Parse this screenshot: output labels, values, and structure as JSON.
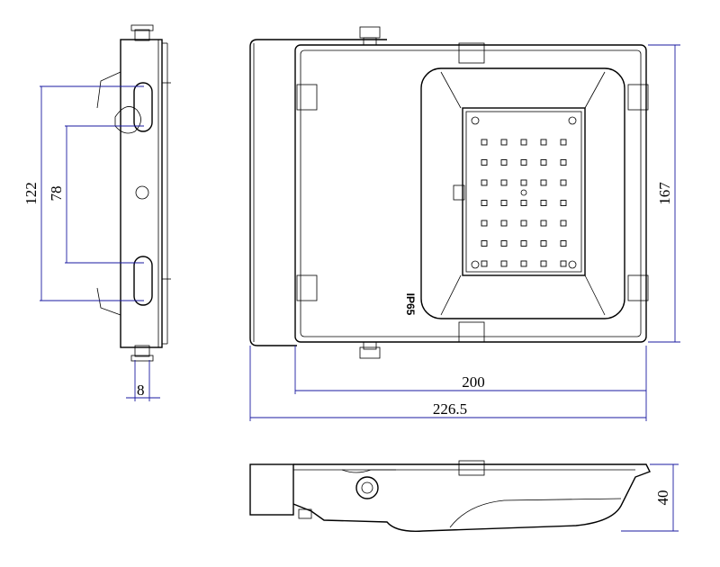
{
  "dimensions": {
    "slot_outer": "122",
    "slot_inner": "78",
    "bracket_width": "8",
    "housing_height": "167",
    "lamp_width": "200",
    "overall_width": "226.5",
    "depth": "40"
  },
  "label_mark": "IP65",
  "led_grid": {
    "rows": 7,
    "cols": 5
  },
  "colors": {
    "outline": "#000000",
    "dimension": "#1a1aa0",
    "background": "#ffffff"
  }
}
